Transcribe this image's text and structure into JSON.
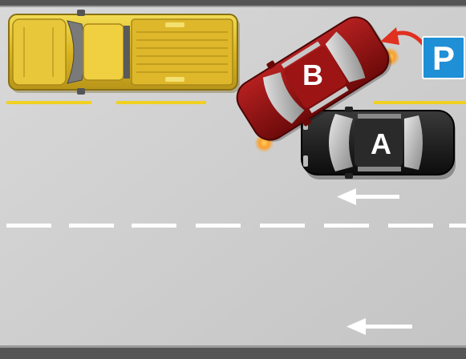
{
  "cars": {
    "a": {
      "label": "A",
      "color": "#1b1b1b"
    },
    "b": {
      "label": "B",
      "color": "#8e1010"
    },
    "truck": {
      "color": "#e0c02a"
    }
  },
  "parking_sign": {
    "letter": "P",
    "color": "#1f8fd6"
  },
  "colors": {
    "road": "#cfcfcf",
    "curb": "#5a5a5a",
    "lane_marking": "#ffffff",
    "parking_line": "#f0d020",
    "turn_arrow": "#e03020",
    "indicator": "#ff9a1a"
  }
}
